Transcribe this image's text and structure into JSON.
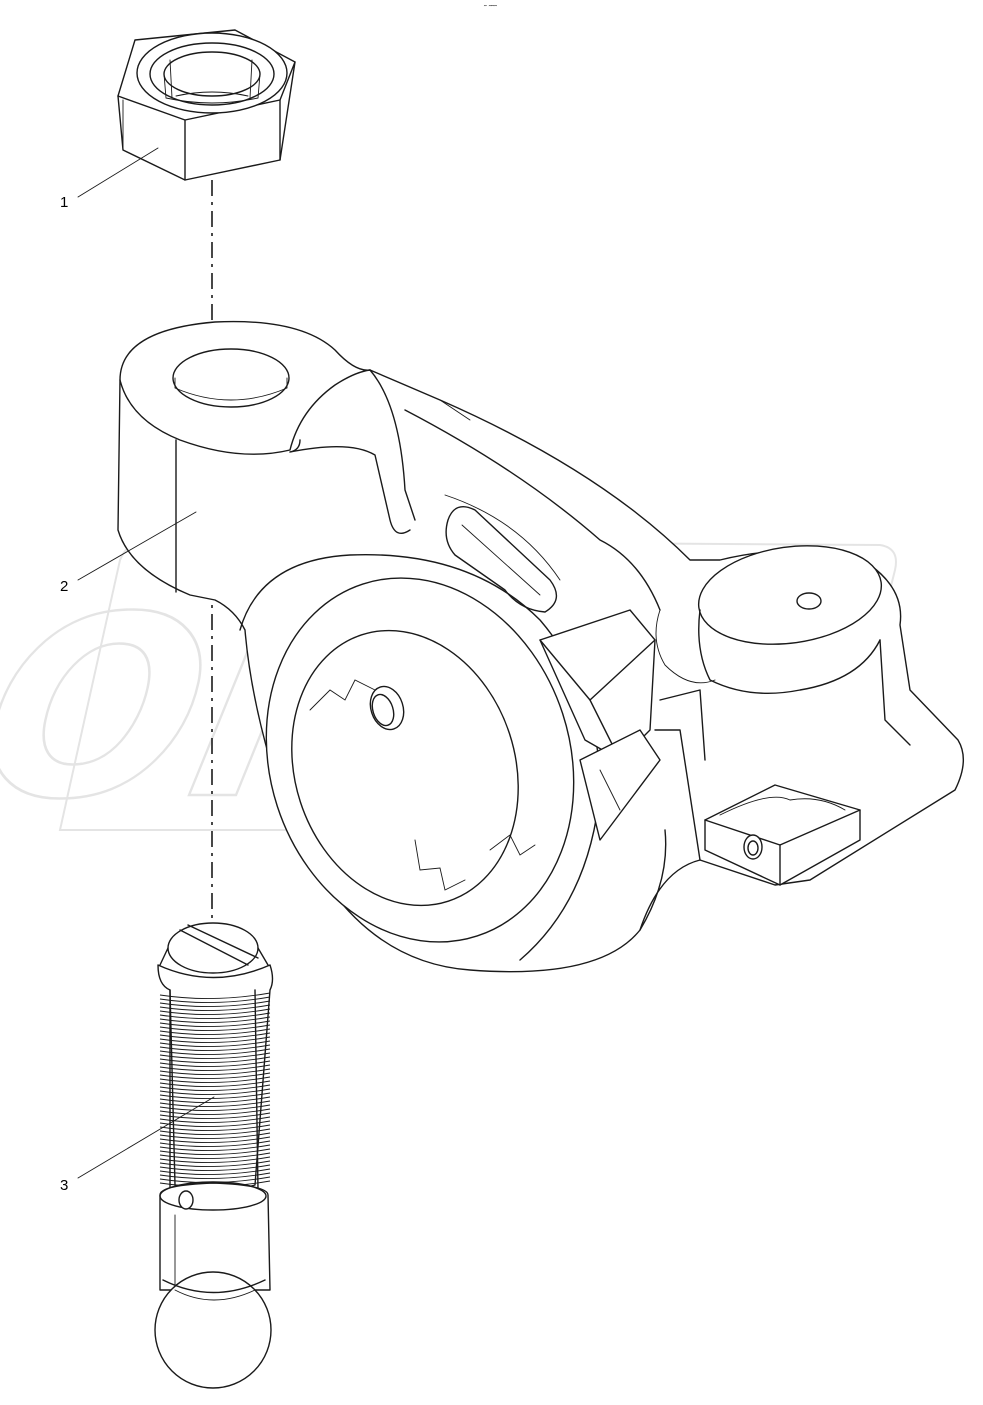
{
  "header_mark": "˜ ˜˜˜",
  "watermark": "OPEX",
  "callouts": [
    {
      "label": "1"
    },
    {
      "label": "2"
    },
    {
      "label": "3"
    }
  ],
  "colors": {
    "line": "#1a1a1a",
    "background": "#ffffff",
    "watermark": "#d9d9d9"
  }
}
